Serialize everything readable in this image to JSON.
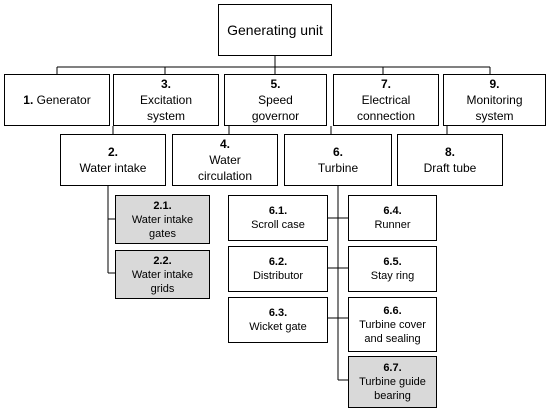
{
  "diagram": {
    "root": {
      "label": "Generating unit"
    },
    "level1": {
      "generator": {
        "num": "1.",
        "label": "Generator"
      },
      "excitation": {
        "num": "3.",
        "label": "Excitation system"
      },
      "governor": {
        "num": "5.",
        "label": "Speed governor"
      },
      "electrical": {
        "num": "7.",
        "label": "Electrical connection"
      },
      "monitoring": {
        "num": "9.",
        "label": "Monitoring system"
      }
    },
    "level2": {
      "intake": {
        "num": "2.",
        "label": "Water intake"
      },
      "circulation": {
        "num": "4.",
        "label": "Water circulation"
      },
      "turbine": {
        "num": "6.",
        "label": "Turbine"
      },
      "drafttube": {
        "num": "8.",
        "label": "Draft tube"
      }
    },
    "intake_children": [
      {
        "num": "2.1.",
        "label": "Water intake gates"
      },
      {
        "num": "2.2.",
        "label": "Water intake grids"
      }
    ],
    "turbine_left": [
      {
        "num": "6.1.",
        "label": "Scroll case"
      },
      {
        "num": "6.2.",
        "label": "Distributor"
      },
      {
        "num": "6.3.",
        "label": "Wicket gate"
      }
    ],
    "turbine_right": [
      {
        "num": "6.4.",
        "label": "Runner"
      },
      {
        "num": "6.5.",
        "label": "Stay ring"
      },
      {
        "num": "6.6.",
        "label": "Turbine cover and sealing"
      },
      {
        "num": "6.7.",
        "label": "Turbine guide bearing"
      }
    ],
    "colors": {
      "line": "#000000",
      "shaded_fill": "#d9d9d9",
      "box_fill": "#ffffff"
    }
  }
}
